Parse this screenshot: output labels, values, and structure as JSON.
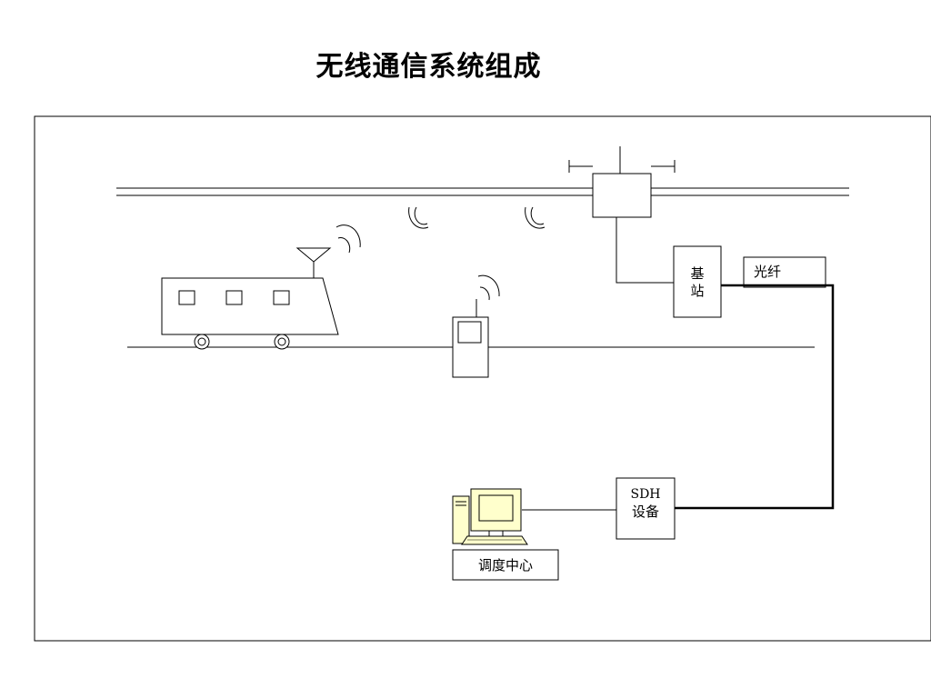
{
  "title": "无线通信系统组成",
  "labels": {
    "base_station_line1": "基",
    "base_station_line2": "站",
    "fiber": "光纤",
    "sdh_line1": "SDH",
    "sdh_line2": "设备",
    "dispatch_center": "调度中心"
  },
  "colors": {
    "line": "#000000",
    "monitor_fill": "#ffffcc",
    "background": "#ffffff"
  }
}
